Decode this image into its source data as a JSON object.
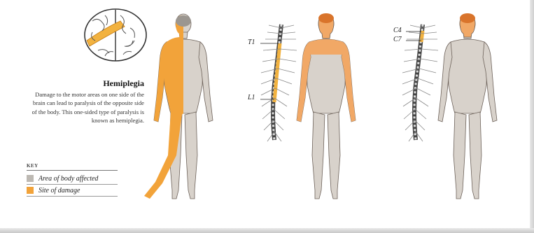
{
  "panel1": {
    "title": "Hemiplegia",
    "description": "Damage to the motor areas on one side of the brain can lead to paralysis of the opposite side of the body. This one-sided type of paralysis is known as hemiplegia."
  },
  "key": {
    "heading": "KEY",
    "items": [
      {
        "label": "Area of body affected",
        "color": "#bdb9b3"
      },
      {
        "label": "Site of damage",
        "color": "#f2a33a"
      }
    ]
  },
  "spine_labels": {
    "paraplegia": [
      "T1",
      "L1"
    ],
    "quadriplegia": [
      "C4",
      "C7"
    ]
  },
  "colors": {
    "affected": "#cfcac3",
    "damage": "#f2a33a",
    "skin_normal": "#f1a866",
    "skin_affected": "#d8d2cb",
    "hair": "#d9742b",
    "outline": "#6d625a"
  }
}
